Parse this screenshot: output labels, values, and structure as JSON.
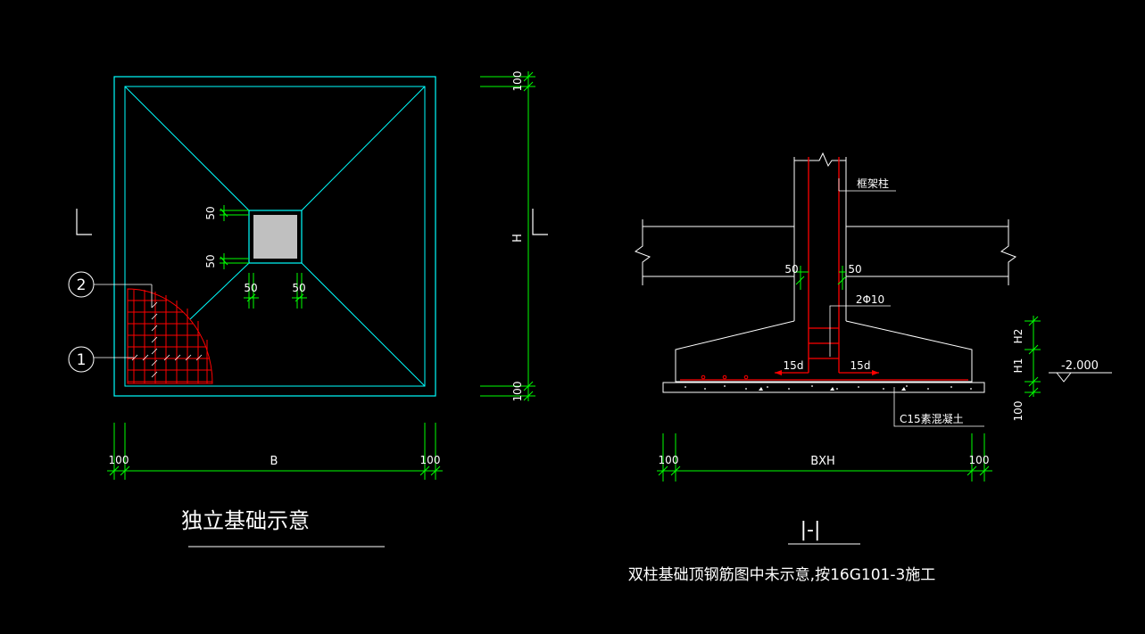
{
  "colors": {
    "background": "#000000",
    "outline": "#00ffff",
    "dimension": "#00ff00",
    "rebar": "#ff0000",
    "text": "#ffffff",
    "column_fill": "#c0c0c0",
    "marker": "#ffffff"
  },
  "plan": {
    "dim_top": "100",
    "dim_bottom": "100",
    "dim_height": "H",
    "dim_left": "100",
    "dim_width": "B",
    "dim_right": "100",
    "col_gap_top": "50",
    "col_gap_bottom": "50",
    "col_gap_left": "50",
    "col_gap_right": "50",
    "bar_2": "2",
    "bar_1": "1",
    "title": "独立基础示意"
  },
  "section": {
    "column_label": "框架柱",
    "cover_left": "50",
    "cover_right": "50",
    "stirrup": "2Φ10",
    "anchor_left": "15d",
    "anchor_right": "15d",
    "dim_h2": "H2",
    "dim_h1": "H1",
    "dim_pad": "100",
    "elevation": "-2.000",
    "pad_label": "C15素混凝土",
    "dim_left": "100",
    "dim_width": "BXH",
    "dim_right": "100",
    "section_mark": "|-|",
    "note": "双柱基础顶钢筋图中未示意,按16G101-3施工"
  }
}
